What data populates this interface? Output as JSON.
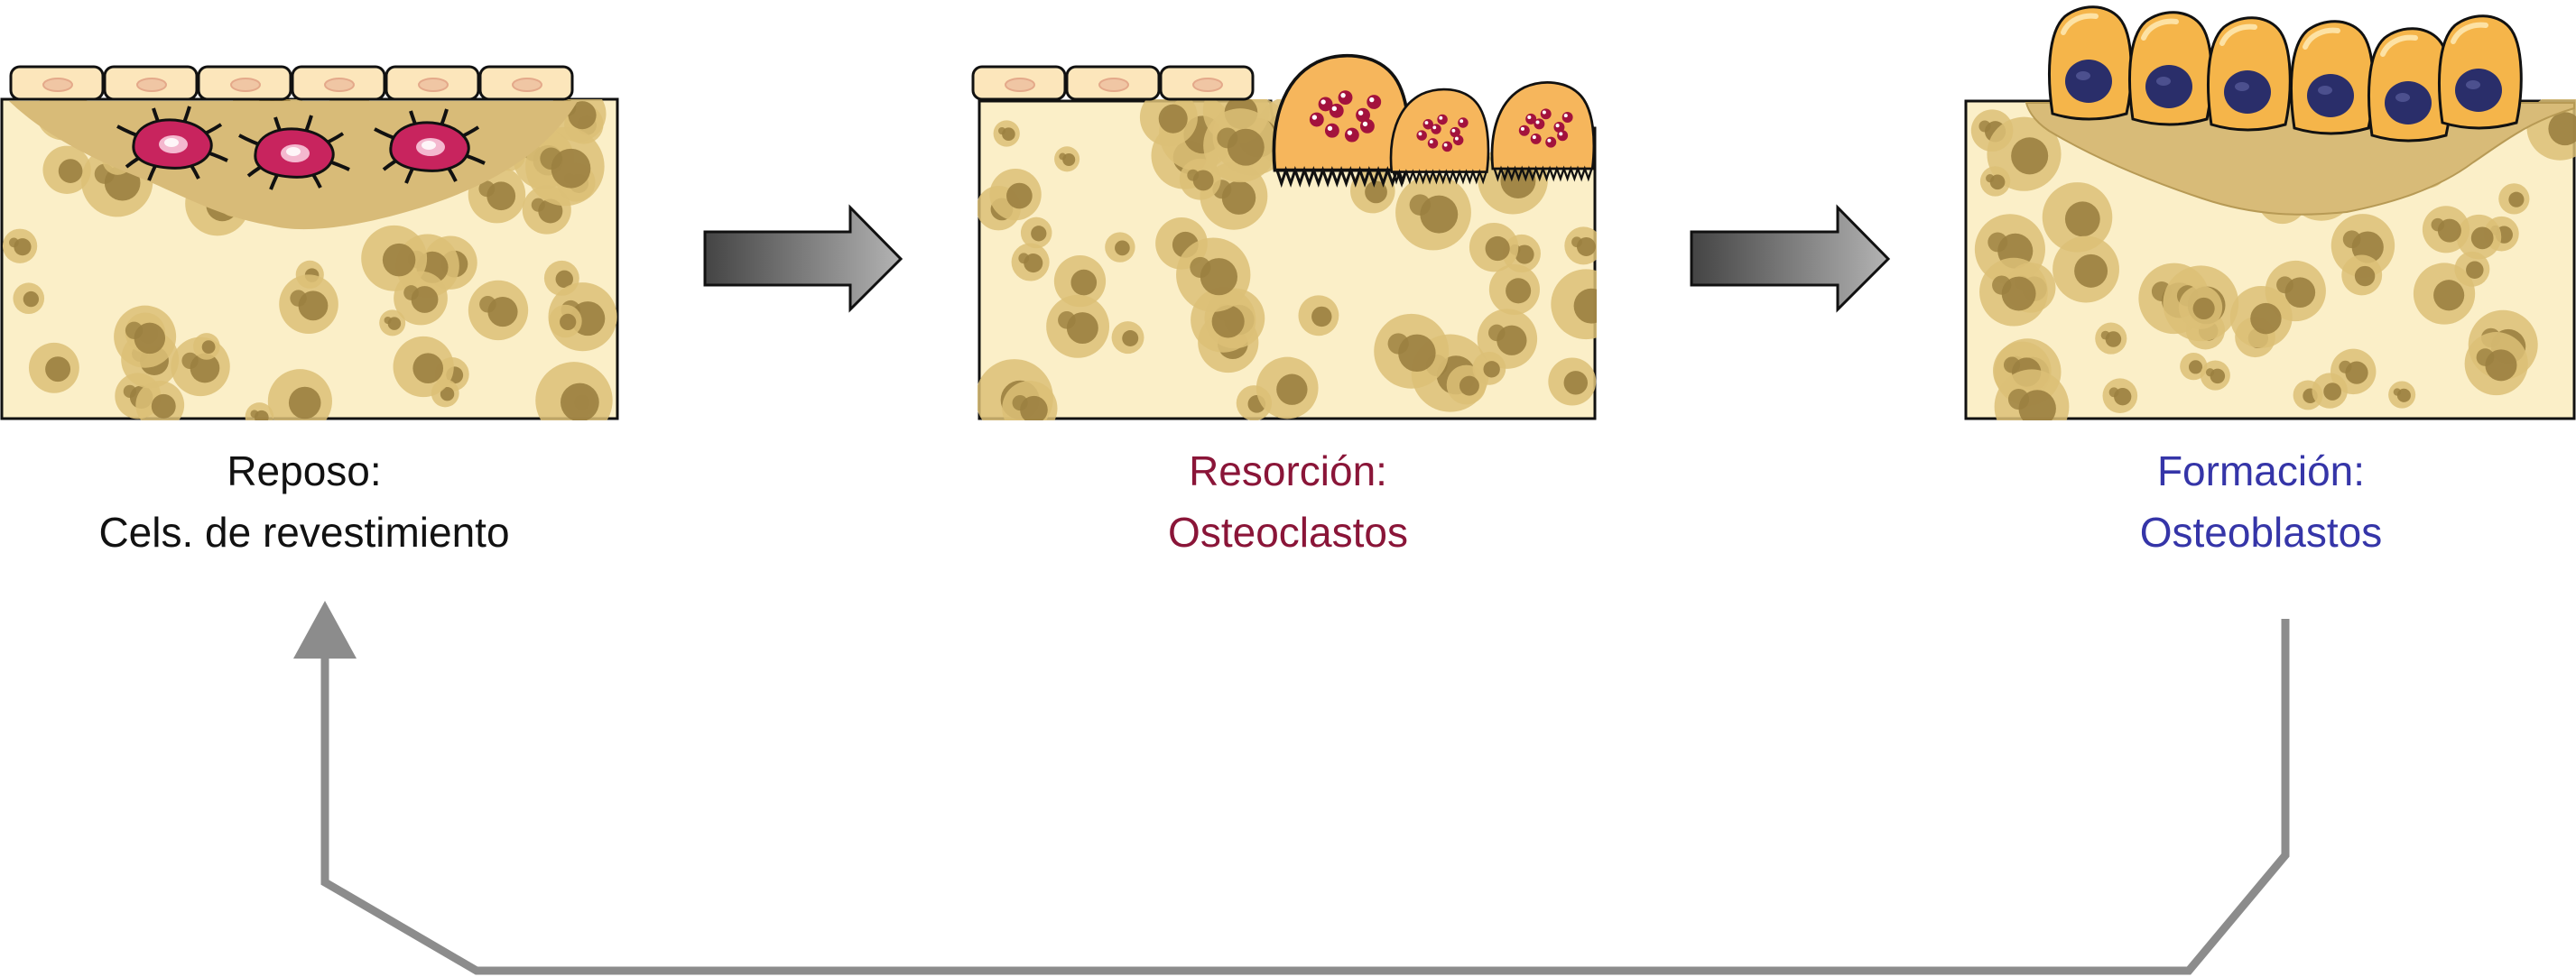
{
  "stages": [
    {
      "title": "Reposo:",
      "subtitle": "Cels. de revestimiento",
      "color": "#111111"
    },
    {
      "title": "Resorción:",
      "subtitle": "Osteoclastos",
      "color": "#8a1538"
    },
    {
      "title": "Formación:",
      "subtitle": "Osteoblastos",
      "color": "#3535a8"
    }
  ],
  "colors": {
    "bone": "#fbefc8",
    "bone_spot_outer": "#dcbf77",
    "bone_spot_inner": "#9b8040",
    "osteon_matrix": "#d8bb78",
    "lining_cell": "#fce6bb",
    "osteocyte": "#c8245e",
    "osteoclast": "#f6b65c",
    "osteoclast_granule": "#a3123d",
    "osteoblast": "#f5b54a",
    "osteoblast_nucleus": "#2a2e6a",
    "arrow_dark": "#444444",
    "arrow_light": "#b3b3b3",
    "cycle_arrow": "#8c8c8c"
  },
  "icons": [
    "lining-cell-icon",
    "osteocyte-icon",
    "osteoclast-icon",
    "osteoblast-icon",
    "right-arrow-icon",
    "cycle-arrow-icon"
  ]
}
